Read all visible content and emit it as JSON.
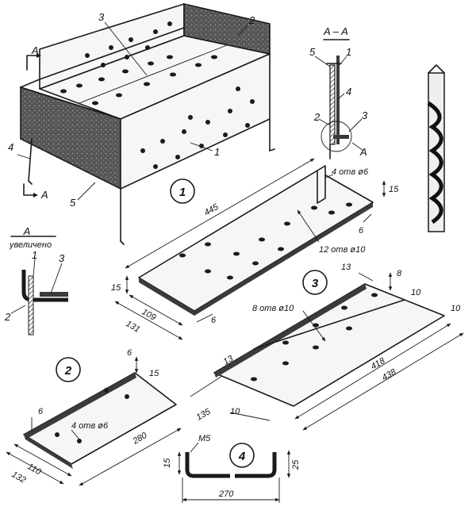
{
  "section": {
    "title": "A – A"
  },
  "detail": {
    "title": "A",
    "subtitle": "увеличено"
  },
  "part_labels": {
    "p1": "1",
    "p2": "2",
    "p3": "3",
    "p4": "4",
    "p5": "5"
  },
  "section_marks": {
    "a": "A"
  },
  "circles": {
    "c1": "1",
    "c2": "2",
    "c3": "3",
    "c4": "4"
  },
  "part1": {
    "len": "445",
    "w1": "109",
    "w2": "131",
    "h": "15",
    "t": "6",
    "flange_h": "15",
    "flange_t": "6",
    "holes_small": "4 отв ø6",
    "holes_big": "12 отв ø10"
  },
  "part2": {
    "len": "280",
    "w1": "110",
    "w2": "132",
    "t": "6",
    "t2": "6",
    "h": "15",
    "holes": "4 отв ø6"
  },
  "part3": {
    "len1": "418",
    "len2": "438",
    "w": "135",
    "e1": "13",
    "e2": "13",
    "f1": "10",
    "f2": "10",
    "f3": "10",
    "h": "8",
    "holes": "8 отв ø10"
  },
  "part4": {
    "thread": "M5",
    "len": "270",
    "h1": "15",
    "h2": "25"
  }
}
